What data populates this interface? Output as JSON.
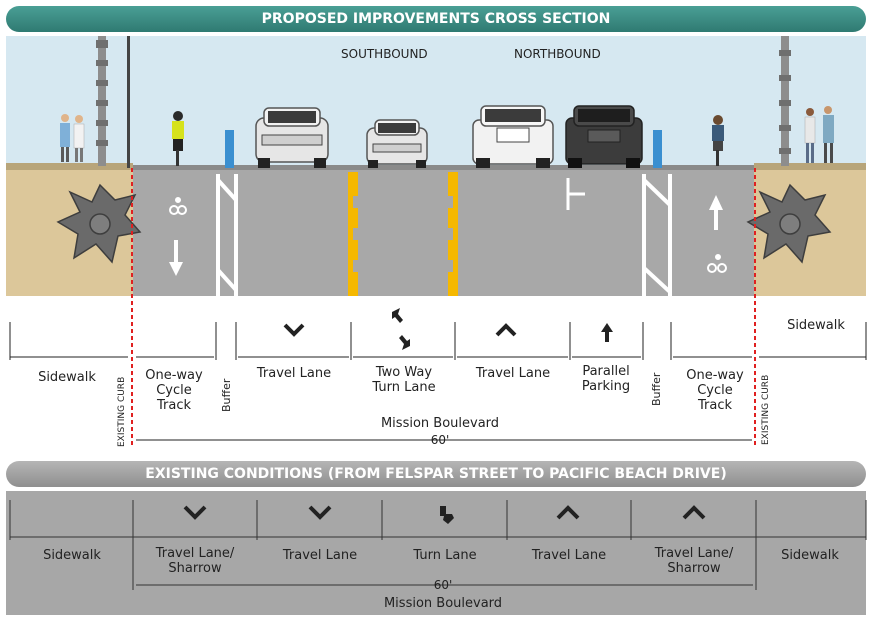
{
  "proposed": {
    "title": "PROPOSED IMPROVEMENTS CROSS SECTION",
    "direction_south": "SOUTHBOUND",
    "direction_north": "NORTHBOUND",
    "lanes": {
      "sidewalk_left": "Sidewalk",
      "cycle_left": "One-way\nCycle\nTrack",
      "buffer_left": "Buffer",
      "travel_south": "Travel Lane",
      "turn": "Two Way\nTurn Lane",
      "travel_north": "Travel Lane",
      "parking": "Parallel\nParking",
      "buffer_right": "Buffer",
      "cycle_right": "One-way\nCycle\nTrack",
      "sidewalk_right": "Sidewalk"
    },
    "existing_curb_left": "EXISTING CURB",
    "existing_curb_right": "EXISTING CURB",
    "street_name": "Mission Boulevard",
    "width": "60'"
  },
  "existing": {
    "title": "EXISTING CONDITIONS (FROM FELSPAR STREET TO PACIFIC BEACH DRIVE)",
    "lanes": {
      "sidewalk_left": "Sidewalk",
      "travel_sharrow_left": "Travel Lane/\nSharrow",
      "travel_left": "Travel Lane",
      "turn": "Turn Lane",
      "travel_right": "Travel Lane",
      "travel_sharrow_right": "Travel Lane/\nSharrow",
      "sidewalk_right": "Sidewalk"
    },
    "width": "60'",
    "street_name": "Mission Boulevard"
  },
  "colors": {
    "header_teal": "#2f7a72",
    "header_grey": "#9a9a9a",
    "sky": "#d5e8f1",
    "pavement": "#a9a9a9",
    "sand": "#dcc79a",
    "yellow_line": "#f5b800",
    "curb_line": "#e02020",
    "blue_post": "#3a8fd0"
  }
}
